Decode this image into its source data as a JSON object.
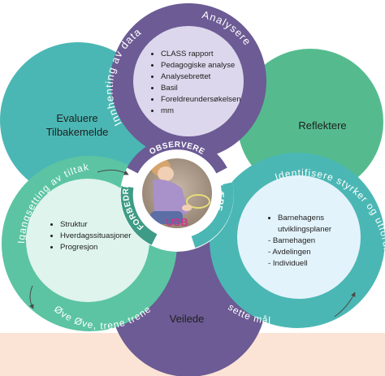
{
  "colors": {
    "teal": "#4bb7b4",
    "mint": "#5cc4a2",
    "green": "#55bb8e",
    "purple": "#6c5b94",
    "lavender": "#dcd7ec",
    "lightblue": "#e3f3fb",
    "mintlight": "#def4ec",
    "banner": "#fbe4d6"
  },
  "petals": {
    "top": {
      "arc_left": "Innhenting av data",
      "arc_right": "Analysere",
      "items": [
        "CLASS rapport",
        "Pedagogiske analyse",
        "Analysebrettet",
        "Basil",
        "Foreldreundersøkelsen",
        "mm"
      ]
    },
    "left": {
      "title_line1": "Evaluere",
      "title_line2": "Tilbakemelde"
    },
    "right": {
      "title": "Reflektere"
    },
    "bottom": {
      "title": "Veilede"
    },
    "lower_left": {
      "arc_top": "Igangsetting av tiltak",
      "arc_bottom": "Øve Øve, trene trene",
      "items": [
        "Struktur",
        "Hverdagssituasjoner",
        "Progresjon"
      ]
    },
    "lower_right": {
      "arc_top": "Identifisere styrker og utfordringer",
      "arc_bottom": "sette mål",
      "items": [
        "Barnehagens utviklingsplaner"
      ],
      "subitems": [
        "- Barnehagen",
        "- Avdelingen",
        "- Individuell"
      ]
    }
  },
  "center": {
    "ring_top": "OBSERVERE",
    "ring_left": "FORBEDRE",
    "ring_right": "LÆRE",
    "label": "USB"
  },
  "icons": [
    "photo-child-drawing-chalk-icon",
    "cycle-arrow-icon"
  ]
}
